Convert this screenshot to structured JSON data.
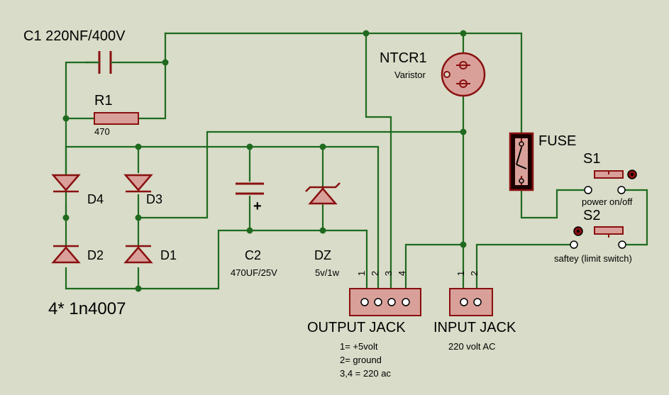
{
  "colors": {
    "background": "#d8dcc8",
    "wire": "#1f6a1f",
    "component": "#8a1010",
    "component_fill": "#d9a09a",
    "text": "#000000"
  },
  "components": {
    "c1": {
      "ref": "C1",
      "value": "220NF/400V"
    },
    "r1": {
      "ref": "R1",
      "value": "470"
    },
    "ntc": {
      "ref": "NTCR1",
      "value": "Varistor"
    },
    "fuse": {
      "ref": "FUSE"
    },
    "s1": {
      "ref": "S1",
      "label": "power on/off"
    },
    "s2": {
      "ref": "S2",
      "label": "saftey (limit switch)"
    },
    "d1": {
      "ref": "D1"
    },
    "d2": {
      "ref": "D2"
    },
    "d3": {
      "ref": "D3"
    },
    "d4": {
      "ref": "D4"
    },
    "diode_note": "4* 1n4007",
    "c2": {
      "ref": "C2",
      "value": "470UF/25V",
      "polarity": "+"
    },
    "dz": {
      "ref": "DZ",
      "value": "5v/1w"
    },
    "output_jack": {
      "ref": "OUTPUT JACK",
      "pins": [
        "1",
        "2",
        "3",
        "4"
      ],
      "notes": [
        "1= +5volt",
        "2= ground",
        "3,4 = 220 ac"
      ]
    },
    "input_jack": {
      "ref": "INPUT JACK",
      "pins": [
        "1",
        "2"
      ],
      "notes": [
        "220 volt AC"
      ]
    }
  }
}
